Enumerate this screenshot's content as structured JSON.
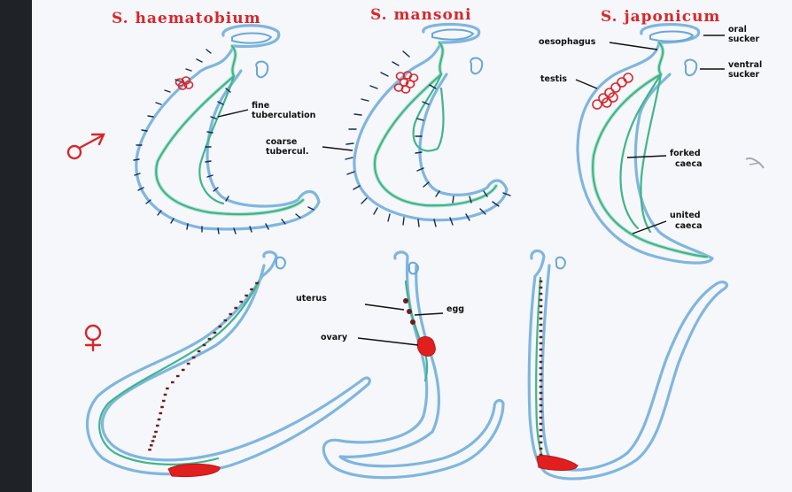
{
  "species": [
    {
      "name": "S. haematobium",
      "color": "#d8272b"
    },
    {
      "name": "S. mansoni",
      "color": "#d8272b"
    },
    {
      "name": "S. japonicum",
      "color": "#d8272b"
    }
  ],
  "sex_symbols": {
    "male": "male-symbol",
    "female": "female-symbol"
  },
  "labels": {
    "fine_tuberculation": [
      "fine",
      "tuberculation"
    ],
    "coarse_tuberculation": [
      "coarse",
      "tubercul."
    ],
    "oesophagus": "oesophagus",
    "oral_sucker": [
      "oral",
      "sucker"
    ],
    "ventral_sucker": [
      "ventral",
      "sucker"
    ],
    "testis": "testis",
    "forked_caeca": [
      "forked",
      "caeca"
    ],
    "united_caeca": [
      "united",
      "caeca"
    ],
    "uterus": "uterus",
    "egg": "egg",
    "ovary": "ovary"
  },
  "colors": {
    "outline": "#7fb6de",
    "gut": "#3fb58a",
    "tubercles": "#142a56",
    "organs": "#e21f1f",
    "symbols": "#d8272b"
  }
}
